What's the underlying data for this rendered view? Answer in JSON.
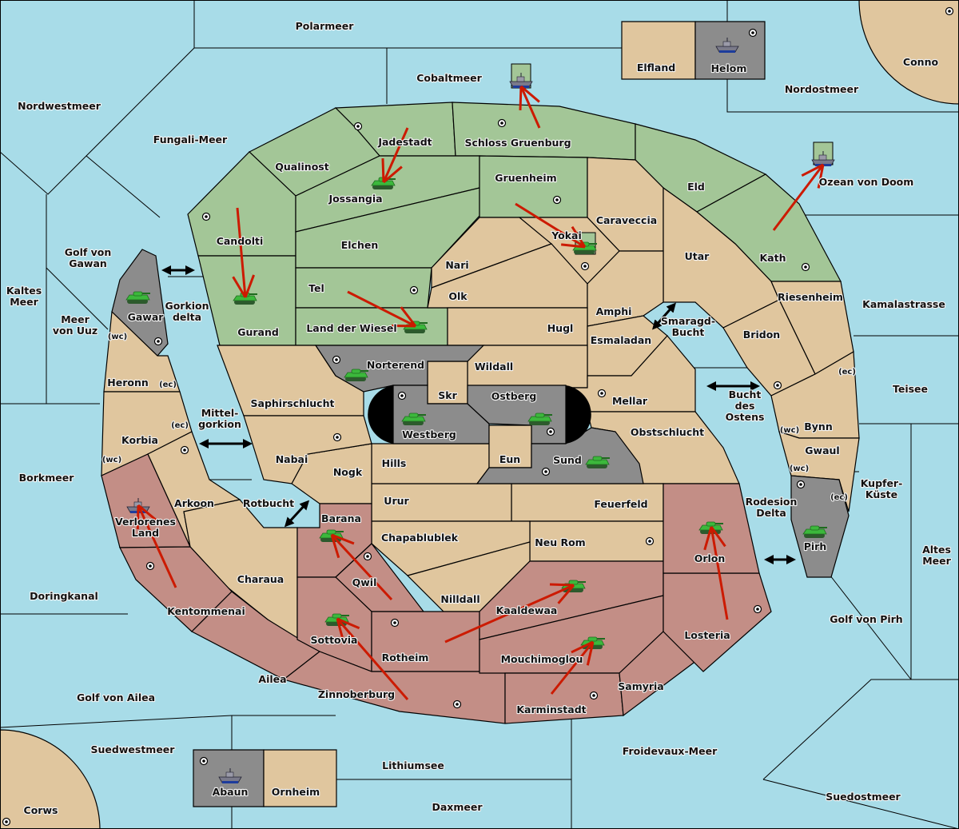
{
  "colors": {
    "sea": "#a8dce8",
    "neutral": "#e0c69e",
    "green": "#a3c697",
    "red": "#c38e86",
    "gray": "#8c8c8c",
    "order_arrow": "#cc1a00",
    "army_unit": "#3cb83c",
    "fleet_unit": "#7a7a8a"
  },
  "land": [
    {
      "name": "Jadestadt",
      "owner": "green"
    },
    {
      "name": "Schloss Gruenburg",
      "owner": "green"
    },
    {
      "name": "Qualinost",
      "owner": "green"
    },
    {
      "name": "Candolti",
      "owner": "green"
    },
    {
      "name": "Gurand",
      "owner": "green"
    },
    {
      "name": "Jossangia",
      "owner": "green"
    },
    {
      "name": "Elchen",
      "owner": "green"
    },
    {
      "name": "Gruenheim",
      "owner": "green"
    },
    {
      "name": "Tel",
      "owner": "green"
    },
    {
      "name": "Land der Wiesel",
      "owner": "green"
    },
    {
      "name": "Eld",
      "owner": "green"
    },
    {
      "name": "Kath",
      "owner": "green"
    },
    {
      "name": "Caraveccia",
      "owner": "neutral"
    },
    {
      "name": "Yokai",
      "owner": "neutral"
    },
    {
      "name": "Utar",
      "owner": "neutral"
    },
    {
      "name": "Nari",
      "owner": "neutral"
    },
    {
      "name": "Olk",
      "owner": "neutral"
    },
    {
      "name": "Amphi",
      "owner": "neutral"
    },
    {
      "name": "Hugl",
      "owner": "neutral"
    },
    {
      "name": "Esmaladan",
      "owner": "neutral"
    },
    {
      "name": "Riesenheim",
      "owner": "neutral"
    },
    {
      "name": "Bridon",
      "owner": "neutral"
    },
    {
      "name": "Bynn",
      "owner": "neutral"
    },
    {
      "name": "Gwaul",
      "owner": "neutral"
    },
    {
      "name": "Pirh",
      "owner": "gray"
    },
    {
      "name": "Wildall",
      "owner": "neutral"
    },
    {
      "name": "Skr",
      "owner": "neutral"
    },
    {
      "name": "Mellar",
      "owner": "neutral"
    },
    {
      "name": "Obstschlucht",
      "owner": "neutral"
    },
    {
      "name": "Feuerfeld",
      "owner": "neutral"
    },
    {
      "name": "Urur",
      "owner": "neutral"
    },
    {
      "name": "Neu Rom",
      "owner": "neutral"
    },
    {
      "name": "Chapablublek",
      "owner": "neutral"
    },
    {
      "name": "Nilldall",
      "owner": "neutral"
    },
    {
      "name": "Hills",
      "owner": "neutral"
    },
    {
      "name": "Nogk",
      "owner": "neutral"
    },
    {
      "name": "Saphirschlucht",
      "owner": "neutral"
    },
    {
      "name": "Nabai",
      "owner": "neutral"
    },
    {
      "name": "Norterend",
      "owner": "gray"
    },
    {
      "name": "Westberg",
      "owner": "gray"
    },
    {
      "name": "Ostberg",
      "owner": "gray"
    },
    {
      "name": "Eun",
      "owner": "neutral"
    },
    {
      "name": "Sund",
      "owner": "gray"
    },
    {
      "name": "Gawar",
      "owner": "gray"
    },
    {
      "name": "Heronn",
      "owner": "neutral"
    },
    {
      "name": "Korbia",
      "owner": "neutral"
    },
    {
      "name": "Verlorenes Land",
      "owner": "red"
    },
    {
      "name": "Arkoon",
      "owner": "neutral"
    },
    {
      "name": "Charaua",
      "owner": "neutral"
    },
    {
      "name": "Kentommenai",
      "owner": "red"
    },
    {
      "name": "Ailea",
      "owner": "red"
    },
    {
      "name": "Barana",
      "owner": "red"
    },
    {
      "name": "Qwil",
      "owner": "red"
    },
    {
      "name": "Sottovia",
      "owner": "red"
    },
    {
      "name": "Rotheim",
      "owner": "red"
    },
    {
      "name": "Zinnoberburg",
      "owner": "red"
    },
    {
      "name": "Kaaldewaa",
      "owner": "red"
    },
    {
      "name": "Mouchimoglou",
      "owner": "red"
    },
    {
      "name": "Karminstadt",
      "owner": "red"
    },
    {
      "name": "Samyria",
      "owner": "red"
    },
    {
      "name": "Losteria",
      "owner": "red"
    },
    {
      "name": "Orlon",
      "owner": "red"
    },
    {
      "name": "Elfland",
      "owner": "neutral"
    },
    {
      "name": "Helom",
      "owner": "gray"
    },
    {
      "name": "Conno",
      "owner": "neutral"
    },
    {
      "name": "Corws",
      "owner": "neutral"
    },
    {
      "name": "Abaun",
      "owner": "gray"
    },
    {
      "name": "Ornheim",
      "owner": "neutral"
    }
  ],
  "seas": [
    "Polarmeer",
    "Cobaltmeer",
    "Nordwestmeer",
    "Fungali-Meer",
    "Nordostmeer",
    "Ozean von Doom",
    "Kamalastrasse",
    "Golf von Gawan",
    "Kaltes Meer",
    "Meer von Uuz",
    "Gorkion delta",
    "Mittel-gorkion",
    "Rotbucht",
    "Smaragd-Bucht",
    "Bucht des Ostens",
    "Teisee",
    "Kupfer-Küste",
    "Rodesion Delta",
    "Altes Meer",
    "Golf von Pirh",
    "Borkmeer",
    "Doringkanal",
    "Golf von Ailea",
    "Suedwestmeer",
    "Lithiumsee",
    "Daxmeer",
    "Froidevaux-Meer",
    "Suedostmeer"
  ],
  "coast_labels": [
    "(wc)",
    "(ec)",
    "(ec)",
    "(wc)",
    "(ec)",
    "(wc)",
    "(wc)",
    "(ec)"
  ],
  "supply_centers": [
    "Jadestadt",
    "Schloss Gruenburg",
    "Candolti",
    "Gruenheim",
    "Tel",
    "Yokai",
    "Kath",
    "Helom",
    "Conno",
    "Gawar",
    "Norterend",
    "Westberg",
    "Ostberg",
    "Sund",
    "Nabai",
    "Mellar",
    "Bridon",
    "Pirh",
    "Korbia",
    "Verlorenes Land",
    "Qwil",
    "Rotheim",
    "Zinnoberburg",
    "Karminstadt",
    "Neu Rom",
    "Losteria",
    "Abaun",
    "Corws"
  ],
  "units": [
    {
      "type": "army",
      "location": "Jossangia"
    },
    {
      "type": "army",
      "location": "Gurand"
    },
    {
      "type": "army",
      "location": "Land der Wiesel"
    },
    {
      "type": "army",
      "location": "Yokai"
    },
    {
      "type": "army",
      "location": "Gawar"
    },
    {
      "type": "army",
      "location": "Norterend"
    },
    {
      "type": "army",
      "location": "Westberg"
    },
    {
      "type": "army",
      "location": "Ostberg"
    },
    {
      "type": "army",
      "location": "Sund"
    },
    {
      "type": "army",
      "location": "Pirh"
    },
    {
      "type": "army",
      "location": "Orlon"
    },
    {
      "type": "army",
      "location": "Barana"
    },
    {
      "type": "army",
      "location": "Sottovia"
    },
    {
      "type": "army",
      "location": "Kaaldewaa"
    },
    {
      "type": "army",
      "location": "Mouchimoglou"
    },
    {
      "type": "fleet",
      "location": "Cobaltmeer"
    },
    {
      "type": "fleet",
      "location": "Ozean von Doom"
    },
    {
      "type": "fleet",
      "location": "Verlorenes Land"
    },
    {
      "type": "fleet",
      "location": "Helom"
    },
    {
      "type": "fleet",
      "location": "Abaun"
    }
  ],
  "orders": [
    {
      "from": "Schloss Gruenburg",
      "to": "Cobaltmeer"
    },
    {
      "from": "Jadestadt",
      "to": "Jossangia"
    },
    {
      "from": "Candolti",
      "to": "Gurand"
    },
    {
      "from": "Tel",
      "to": "Land der Wiesel"
    },
    {
      "from": "Gruenheim",
      "to": "Yokai"
    },
    {
      "from": "Kath",
      "to": "Ozean von Doom"
    },
    {
      "from": "Kentommenai",
      "to": "Verlorenes Land"
    },
    {
      "from": "Qwil",
      "to": "Barana"
    },
    {
      "from": "Zinnoberburg",
      "to": "Sottovia"
    },
    {
      "from": "Rotheim",
      "to": "Kaaldewaa"
    },
    {
      "from": "Karminstadt",
      "to": "Mouchimoglou"
    },
    {
      "from": "Losteria",
      "to": "Orlon"
    }
  ],
  "connections": [
    {
      "between": [
        "Gawar",
        "Gurand"
      ],
      "icon": "double-arrow-icon"
    },
    {
      "between": [
        "Korbia",
        "Nabai"
      ],
      "icon": "double-arrow-icon"
    },
    {
      "between": [
        "Arkoon",
        "Barana"
      ],
      "icon": "double-arrow-icon"
    },
    {
      "between": [
        "Amphi",
        "Bridon"
      ],
      "icon": "double-arrow-icon"
    },
    {
      "between": [
        "Mellar",
        "Bynn"
      ],
      "icon": "double-arrow-icon"
    },
    {
      "between": [
        "Orlon",
        "Pirh"
      ],
      "icon": "double-arrow-icon"
    }
  ]
}
